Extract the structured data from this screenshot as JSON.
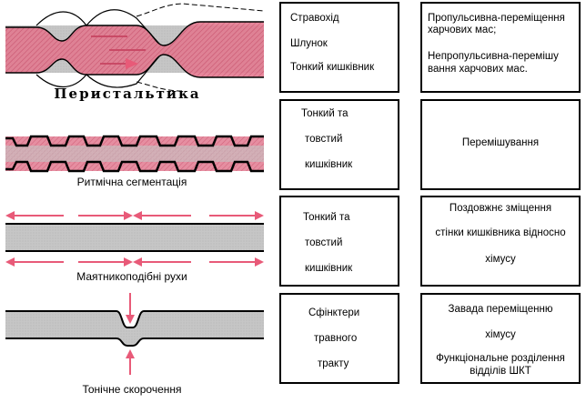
{
  "captions": {
    "peristalsis": "Перистальтика",
    "rhythmic": "Ритмічна сегментація",
    "pendulum": "Маятникоподібні рухи",
    "tonic": "Тонічне скорочення"
  },
  "rows": [
    {
      "organs": [
        "Стравохід",
        "Шлунок",
        "Тонкий кишківник"
      ],
      "function": [
        "Пропульсивна-переміщення",
        "харчових мас;",
        "Непропульсивна-перемішу",
        "вання харчових мас."
      ]
    },
    {
      "organs": [
        "Тонкий та",
        "товстий",
        "кишківник"
      ],
      "function": [
        "Перемішування"
      ]
    },
    {
      "organs": [
        "Тонкий та",
        "товстий",
        "кишківник"
      ],
      "function": [
        "Поздовжнє зміщення",
        "стінки кишківника відносно",
        "хімусу"
      ]
    },
    {
      "organs": [
        "Сфінктери",
        "травного",
        "тракту"
      ],
      "function": [
        "Завада переміщенню",
        "хімусу",
        "Функціональне розділення",
        "відділів ШКТ"
      ]
    }
  ],
  "colors": {
    "tube_fill": "#c8c8c8",
    "pink": "#e0607a",
    "pink_light": "#eaa0b0",
    "arrow": "#e85a78",
    "outline": "#000000"
  }
}
